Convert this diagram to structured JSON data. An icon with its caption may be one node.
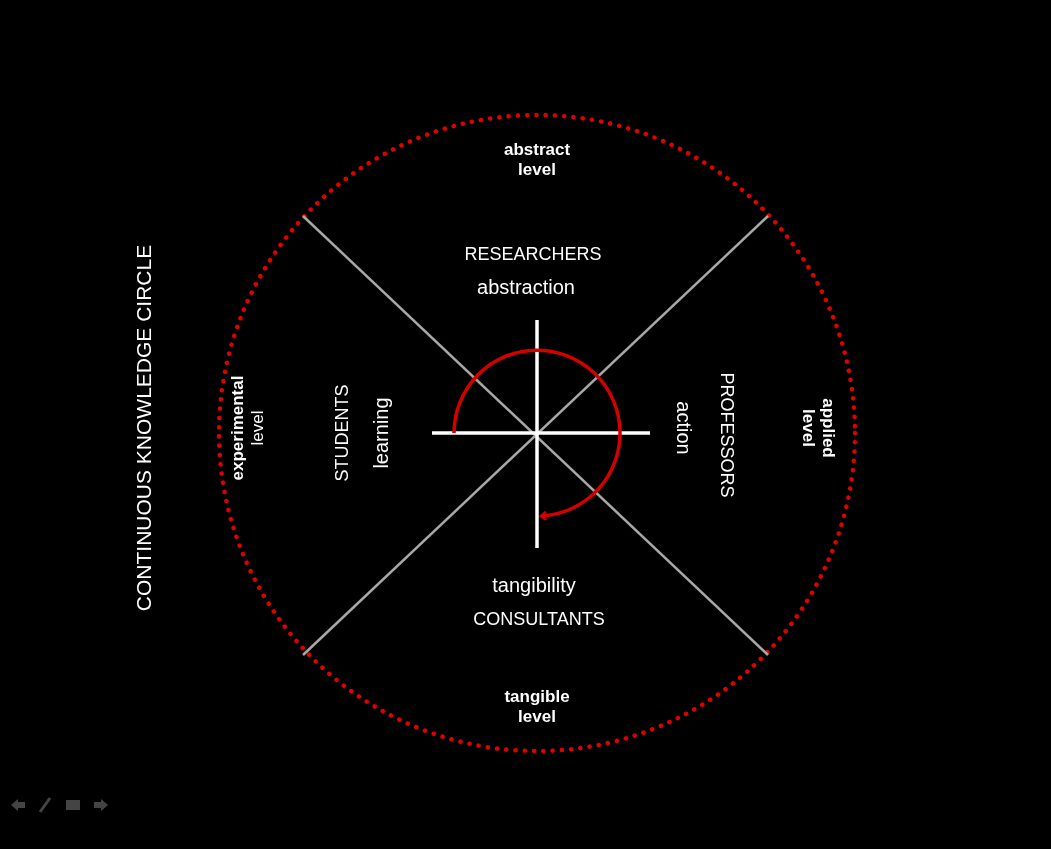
{
  "diagram": {
    "title": "CONTINUOUS KNOWLEDGE CIRCLE",
    "labels": [
      "abstract level",
      "RESEARCHERS",
      "abstraction",
      "**experimental** level",
      "STUDENTS",
      "learning",
      "action",
      "PROFESSORS",
      "applied level",
      "tangibility",
      "CONSULTANTS",
      "tangible level"
    ]
  }
}
